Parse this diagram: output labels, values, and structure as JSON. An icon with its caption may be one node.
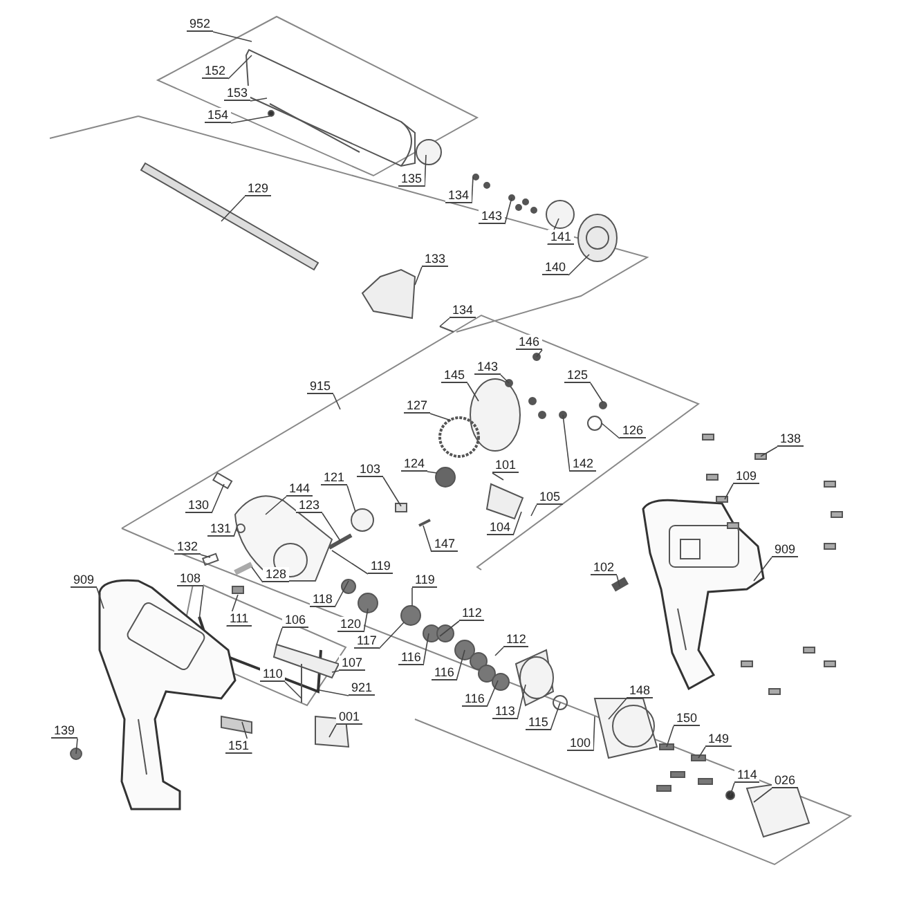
{
  "diagram": {
    "nodes": [
      {
        "text": [
          "952"
        ]
      },
      {
        "text": [
          "152"
        ]
      },
      {
        "text": [
          "153"
        ]
      },
      {
        "text": [
          "154"
        ]
      },
      {
        "text": [
          "129"
        ]
      },
      {
        "text": [
          "135"
        ]
      },
      {
        "text": [
          "134"
        ]
      },
      {
        "text": [
          "143"
        ]
      },
      {
        "text": [
          "141"
        ]
      },
      {
        "text": [
          "140"
        ]
      },
      {
        "text": [
          "133"
        ]
      },
      {
        "text": [
          "134"
        ]
      },
      {
        "text": [
          "915"
        ]
      },
      {
        "text": [
          "146"
        ]
      },
      {
        "text": [
          "143"
        ]
      },
      {
        "text": [
          "145"
        ]
      },
      {
        "text": [
          "125"
        ]
      },
      {
        "text": [
          "127"
        ]
      },
      {
        "text": [
          "126"
        ]
      },
      {
        "text": [
          "142"
        ]
      },
      {
        "text": [
          "124"
        ]
      },
      {
        "text": [
          "101"
        ]
      },
      {
        "text": [
          "103"
        ]
      },
      {
        "text": [
          "121"
        ]
      },
      {
        "text": [
          "147"
        ]
      },
      {
        "text": [
          "144"
        ]
      },
      {
        "text": [
          "105"
        ]
      },
      {
        "text": [
          "123"
        ]
      },
      {
        "text": [
          "104"
        ]
      },
      {
        "text": [
          "130"
        ]
      },
      {
        "text": [
          "131"
        ]
      },
      {
        "text": [
          "119"
        ]
      },
      {
        "text": [
          "132"
        ]
      },
      {
        "text": [
          "128"
        ]
      },
      {
        "text": [
          "138"
        ]
      },
      {
        "text": [
          "109"
        ]
      },
      {
        "text": [
          "909"
        ]
      },
      {
        "text": [
          "102"
        ]
      },
      {
        "text": [
          "909"
        ]
      },
      {
        "text": [
          "108"
        ]
      },
      {
        "text": [
          "111"
        ]
      },
      {
        "text": [
          "119"
        ]
      },
      {
        "text": [
          "118"
        ]
      },
      {
        "text": [
          "120"
        ]
      },
      {
        "text": [
          "106"
        ]
      },
      {
        "text": [
          "112"
        ]
      },
      {
        "text": [
          "117"
        ]
      },
      {
        "text": [
          "116"
        ]
      },
      {
        "text": [
          "112"
        ]
      },
      {
        "text": [
          "107"
        ]
      },
      {
        "text": [
          "110"
        ]
      },
      {
        "text": [
          "921"
        ]
      },
      {
        "text": [
          "116"
        ]
      },
      {
        "text": [
          "116"
        ]
      },
      {
        "text": [
          "001"
        ]
      },
      {
        "text": [
          "113"
        ]
      },
      {
        "text": [
          "148"
        ]
      },
      {
        "text": [
          "115"
        ]
      },
      {
        "text": [
          "150"
        ]
      },
      {
        "text": [
          "100"
        ]
      },
      {
        "text": [
          "149"
        ]
      },
      {
        "text": [
          "139"
        ]
      },
      {
        "text": [
          "151"
        ]
      },
      {
        "text": [
          "114"
        ]
      },
      {
        "text": [
          "026"
        ]
      }
    ],
    "edges": [
      {
        "from": 0,
        "to": null,
        "arrow": "none"
      },
      {
        "from": 1,
        "to": null,
        "arrow": "none"
      },
      {
        "from": 2,
        "to": null,
        "arrow": "none"
      },
      {
        "from": 3,
        "to": null,
        "arrow": "none"
      },
      {
        "from": 4,
        "to": null,
        "arrow": "none"
      },
      {
        "from": 5,
        "to": null,
        "arrow": "none"
      },
      {
        "from": 6,
        "to": null,
        "arrow": "none"
      },
      {
        "from": 7,
        "to": null,
        "arrow": "none"
      },
      {
        "from": 8,
        "to": null,
        "arrow": "none"
      },
      {
        "from": 9,
        "to": null,
        "arrow": "none"
      },
      {
        "from": 10,
        "to": null,
        "arrow": "none"
      },
      {
        "from": 11,
        "to": null,
        "arrow": "none"
      },
      {
        "from": 12,
        "to": null,
        "arrow": "none"
      },
      {
        "from": 13,
        "to": null,
        "arrow": "none"
      },
      {
        "from": 14,
        "to": null,
        "arrow": "none"
      },
      {
        "from": 15,
        "to": null,
        "arrow": "none"
      },
      {
        "from": 16,
        "to": null,
        "arrow": "none"
      },
      {
        "from": 17,
        "to": null,
        "arrow": "none"
      },
      {
        "from": 18,
        "to": null,
        "arrow": "none"
      },
      {
        "from": 19,
        "to": null,
        "arrow": "none"
      },
      {
        "from": 20,
        "to": null,
        "arrow": "none"
      },
      {
        "from": 21,
        "to": null,
        "arrow": "none"
      },
      {
        "from": 22,
        "to": null,
        "arrow": "none"
      },
      {
        "from": 23,
        "to": null,
        "arrow": "none"
      },
      {
        "from": 24,
        "to": null,
        "arrow": "none"
      },
      {
        "from": 25,
        "to": null,
        "arrow": "none"
      },
      {
        "from": 26,
        "to": null,
        "arrow": "none"
      },
      {
        "from": 27,
        "to": null,
        "arrow": "none"
      },
      {
        "from": 28,
        "to": null,
        "arrow": "none"
      },
      {
        "from": 29,
        "to": null,
        "arrow": "none"
      },
      {
        "from": 30,
        "to": null,
        "arrow": "none"
      },
      {
        "from": 31,
        "to": null,
        "arrow": "none"
      },
      {
        "from": 32,
        "to": null,
        "arrow": "none"
      },
      {
        "from": 33,
        "to": null,
        "arrow": "none"
      },
      {
        "from": 34,
        "to": null,
        "arrow": "none"
      },
      {
        "from": 35,
        "to": null,
        "arrow": "none"
      },
      {
        "from": 36,
        "to": null,
        "arrow": "none"
      },
      {
        "from": 37,
        "to": null,
        "arrow": "none"
      },
      {
        "from": 38,
        "to": null,
        "arrow": "none"
      },
      {
        "from": 39,
        "to": null,
        "arrow": "none"
      },
      {
        "from": 40,
        "to": null,
        "arrow": "none"
      },
      {
        "from": 41,
        "to": null,
        "arrow": "none"
      },
      {
        "from": 42,
        "to": null,
        "arrow": "none"
      },
      {
        "from": 43,
        "to": null,
        "arrow": "none"
      },
      {
        "from": 44,
        "to": null,
        "arrow": "none"
      },
      {
        "from": 45,
        "to": null,
        "arrow": "none"
      },
      {
        "from": 46,
        "to": null,
        "arrow": "none"
      },
      {
        "from": 47,
        "to": null,
        "arrow": "none"
      },
      {
        "from": 48,
        "to": null,
        "arrow": "none"
      },
      {
        "from": 49,
        "to": null,
        "arrow": "none"
      },
      {
        "from": 50,
        "to": null,
        "arrow": "none"
      },
      {
        "from": 51,
        "to": null,
        "arrow": "none"
      },
      {
        "from": 52,
        "to": null,
        "arrow": "none"
      },
      {
        "from": 53,
        "to": null,
        "arrow": "none"
      },
      {
        "from": 54,
        "to": null,
        "arrow": "none"
      },
      {
        "from": 55,
        "to": null,
        "arrow": "none"
      },
      {
        "from": 56,
        "to": null,
        "arrow": "none"
      },
      {
        "from": 57,
        "to": null,
        "arrow": "none"
      },
      {
        "from": 58,
        "to": null,
        "arrow": "none"
      },
      {
        "from": 59,
        "to": null,
        "arrow": "none"
      },
      {
        "from": 60,
        "to": null,
        "arrow": "none"
      },
      {
        "from": 61,
        "to": null,
        "arrow": "none"
      },
      {
        "from": 62,
        "to": null,
        "arrow": "none"
      },
      {
        "from": 63,
        "to": null,
        "arrow": "none"
      },
      {
        "from": 64,
        "to": null,
        "arrow": "none"
      }
    ]
  }
}
